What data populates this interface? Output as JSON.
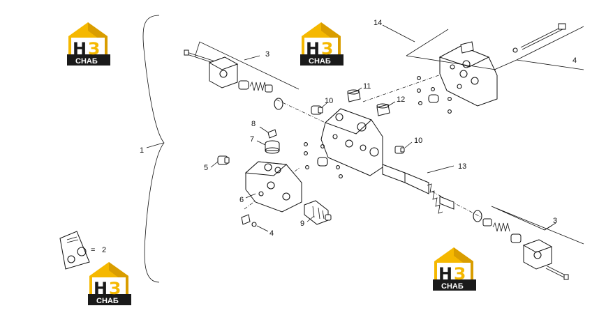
{
  "logo": {
    "letters_left": "Н",
    "letters_right": "З",
    "word": "СНАБ",
    "colors": {
      "yellow": "#F5B800",
      "black": "#1a1a1a",
      "white": "#ffffff"
    }
  },
  "callouts": {
    "c1": "1",
    "c2_eq": "=",
    "c2": "2",
    "c3_top": "3",
    "c3_bottom": "3",
    "c4_top": "4",
    "c4_bottom": "4",
    "c5": "5",
    "c6": "6",
    "c7": "7",
    "c8": "8",
    "c9": "9",
    "c10_left": "10",
    "c10_right": "10",
    "c11": "11",
    "c12": "12",
    "c13": "13",
    "c14": "14"
  }
}
